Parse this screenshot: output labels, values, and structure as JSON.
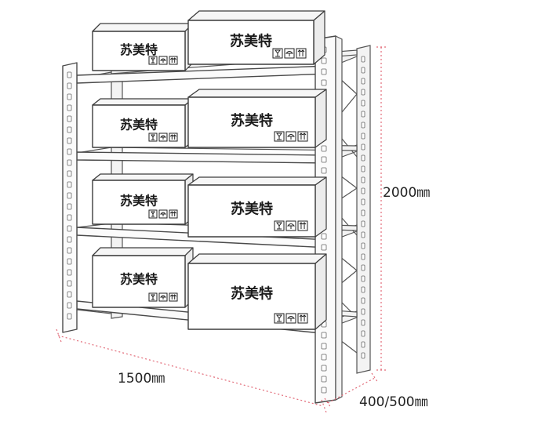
{
  "boxes": [
    {
      "brand": "苏美特"
    },
    {
      "brand": "苏美特"
    },
    {
      "brand": "苏美特"
    },
    {
      "brand": "苏美特"
    },
    {
      "brand": "苏美特"
    },
    {
      "brand": "苏美特"
    },
    {
      "brand": "苏美特"
    },
    {
      "brand": "苏美特"
    }
  ],
  "package_icons": [
    "fragile-glass-icon",
    "keep-dry-umbrella-icon",
    "this-way-up-icon"
  ],
  "dimensions": {
    "height": "2000㎜",
    "width": "1500㎜",
    "depth": "400/500㎜"
  },
  "colors": {
    "dimension_line": "#e26a78",
    "outline": "#3d3d3d"
  }
}
